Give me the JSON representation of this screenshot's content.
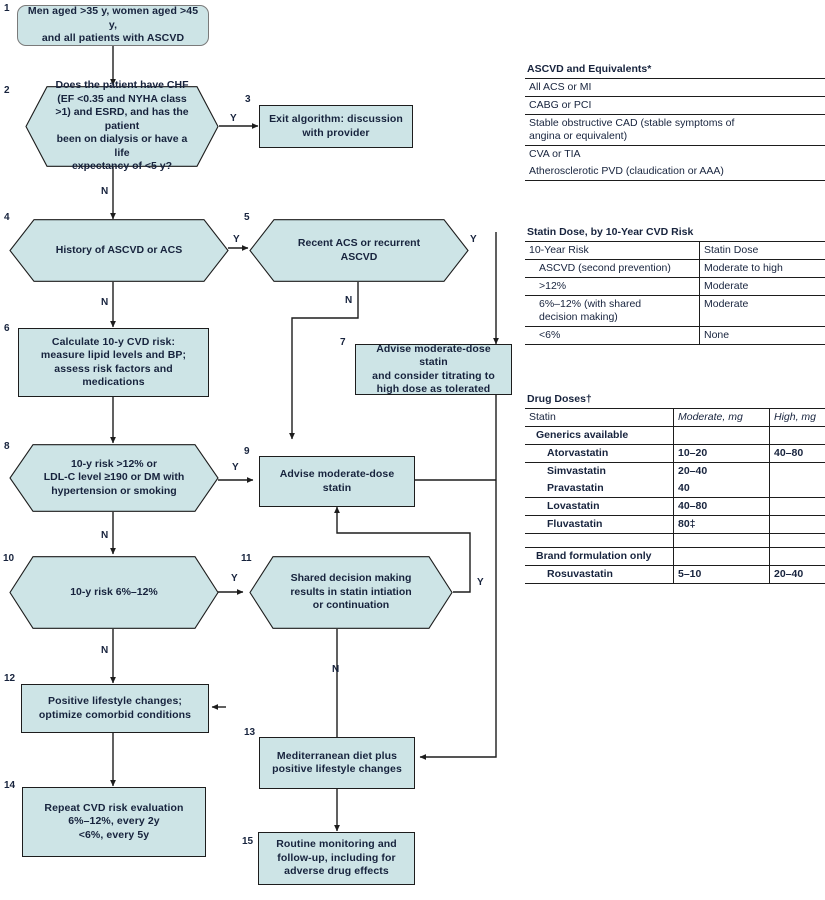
{
  "theme": {
    "node_fill": "#cde4e6",
    "node_stroke": "#1d1d1d",
    "text_color": "#17233d",
    "page_bg": "#ffffff"
  },
  "flow": {
    "nodes": [
      {
        "num": "1",
        "shape": "rounded",
        "text": "Men aged >35 y, women aged >45 y,\nand all patients with ASCVD"
      },
      {
        "num": "2",
        "shape": "hex",
        "text": "Does the patient have CHF\n(EF <0.35 and NYHA class\n>1) and ESRD, and has the patient\nbeen on dialysis or have a life\nexpectancy of <5 y?"
      },
      {
        "num": "3",
        "shape": "rect",
        "text": "Exit algorithm: discussion\nwith provider"
      },
      {
        "num": "4",
        "shape": "hex",
        "text": "History of ASCVD or ACS"
      },
      {
        "num": "5",
        "shape": "hex",
        "text": "Recent ACS or recurrent\nASCVD"
      },
      {
        "num": "6",
        "shape": "rect",
        "text": "Calculate 10-y CVD risk:\nmeasure lipid levels and BP;\nassess risk factors and\nmedications"
      },
      {
        "num": "7",
        "shape": "rect",
        "text": "Advise moderate-dose statin\nand consider titrating to\nhigh dose as tolerated"
      },
      {
        "num": "8",
        "shape": "hex",
        "text": "10-y risk >12% or\nLDL-C level ≥190 or DM with\nhypertension or smoking"
      },
      {
        "num": "9",
        "shape": "rect",
        "text": "Advise moderate-dose statin"
      },
      {
        "num": "10",
        "shape": "hex",
        "text": "10-y risk 6%–12%"
      },
      {
        "num": "11",
        "shape": "hex",
        "text": "Shared decision making\nresults in statin intiation\nor continuation"
      },
      {
        "num": "12",
        "shape": "rect",
        "text": "Positive lifestyle changes;\noptimize comorbid conditions"
      },
      {
        "num": "13",
        "shape": "rect",
        "text": "Mediterranean diet plus\npositive lifestyle changes"
      },
      {
        "num": "14",
        "shape": "rect",
        "text": "Repeat CVD risk evaluation\n    6%–12%, every 2y\n    <6%, every 5y"
      },
      {
        "num": "15",
        "shape": "rect",
        "text": "Routine monitoring and\nfollow-up, including for\nadverse drug effects"
      }
    ],
    "edge_labels": [
      {
        "id": "e2y",
        "text": "Y"
      },
      {
        "id": "e2n",
        "text": "N"
      },
      {
        "id": "e4y",
        "text": "Y"
      },
      {
        "id": "e4n",
        "text": "N"
      },
      {
        "id": "e5y",
        "text": "Y"
      },
      {
        "id": "e5n",
        "text": "N"
      },
      {
        "id": "e8y",
        "text": "Y"
      },
      {
        "id": "e8n",
        "text": "N"
      },
      {
        "id": "e10y",
        "text": "Y"
      },
      {
        "id": "e10n",
        "text": "N"
      },
      {
        "id": "e11y",
        "text": "Y"
      },
      {
        "id": "e11n",
        "text": "N"
      }
    ]
  },
  "tables": {
    "ascvd": {
      "title": "ASCVD and Equivalents*",
      "rows": [
        "All ACS or MI",
        "CABG or PCI",
        "Stable obstructive CAD (stable symptoms of\n    angina or equivalent)",
        "CVA or TIA",
        "Atherosclerotic PVD (claudication or AAA)"
      ]
    },
    "statin_dose": {
      "title": "Statin Dose, by 10-Year CVD Risk",
      "headers": [
        "10-Year Risk",
        "Statin Dose"
      ],
      "rows": [
        [
          "ASCVD (second prevention)",
          "Moderate to high"
        ],
        [
          ">12%",
          "Moderate"
        ],
        [
          "6%–12% (with shared\ndecision making)",
          "Moderate"
        ],
        [
          "<6%",
          "None"
        ]
      ]
    },
    "drug_doses": {
      "title": "Drug Doses†",
      "headers": [
        "Statin",
        "Moderate, mg",
        "High, mg"
      ],
      "rows": [
        {
          "name": "Generics available",
          "indent": 1,
          "moderate": "",
          "high": ""
        },
        {
          "name": "Atorvastatin",
          "indent": 2,
          "moderate": "10–20",
          "high": "40–80"
        },
        {
          "name": "Simvastatin",
          "indent": 2,
          "moderate": "20–40",
          "high": ""
        },
        {
          "name": "Pravastatin",
          "indent": 2,
          "moderate": "40",
          "high": ""
        },
        {
          "name": "Lovastatin",
          "indent": 2,
          "moderate": "40–80",
          "high": ""
        },
        {
          "name": "Fluvastatin",
          "indent": 2,
          "moderate": "80‡",
          "high": ""
        },
        {
          "name": "",
          "indent": 1,
          "moderate": "",
          "high": ""
        },
        {
          "name": "Brand formulation only",
          "indent": 1,
          "moderate": "",
          "high": ""
        },
        {
          "name": "Rosuvastatin",
          "indent": 2,
          "moderate": "5–10",
          "high": "20–40"
        }
      ]
    }
  }
}
